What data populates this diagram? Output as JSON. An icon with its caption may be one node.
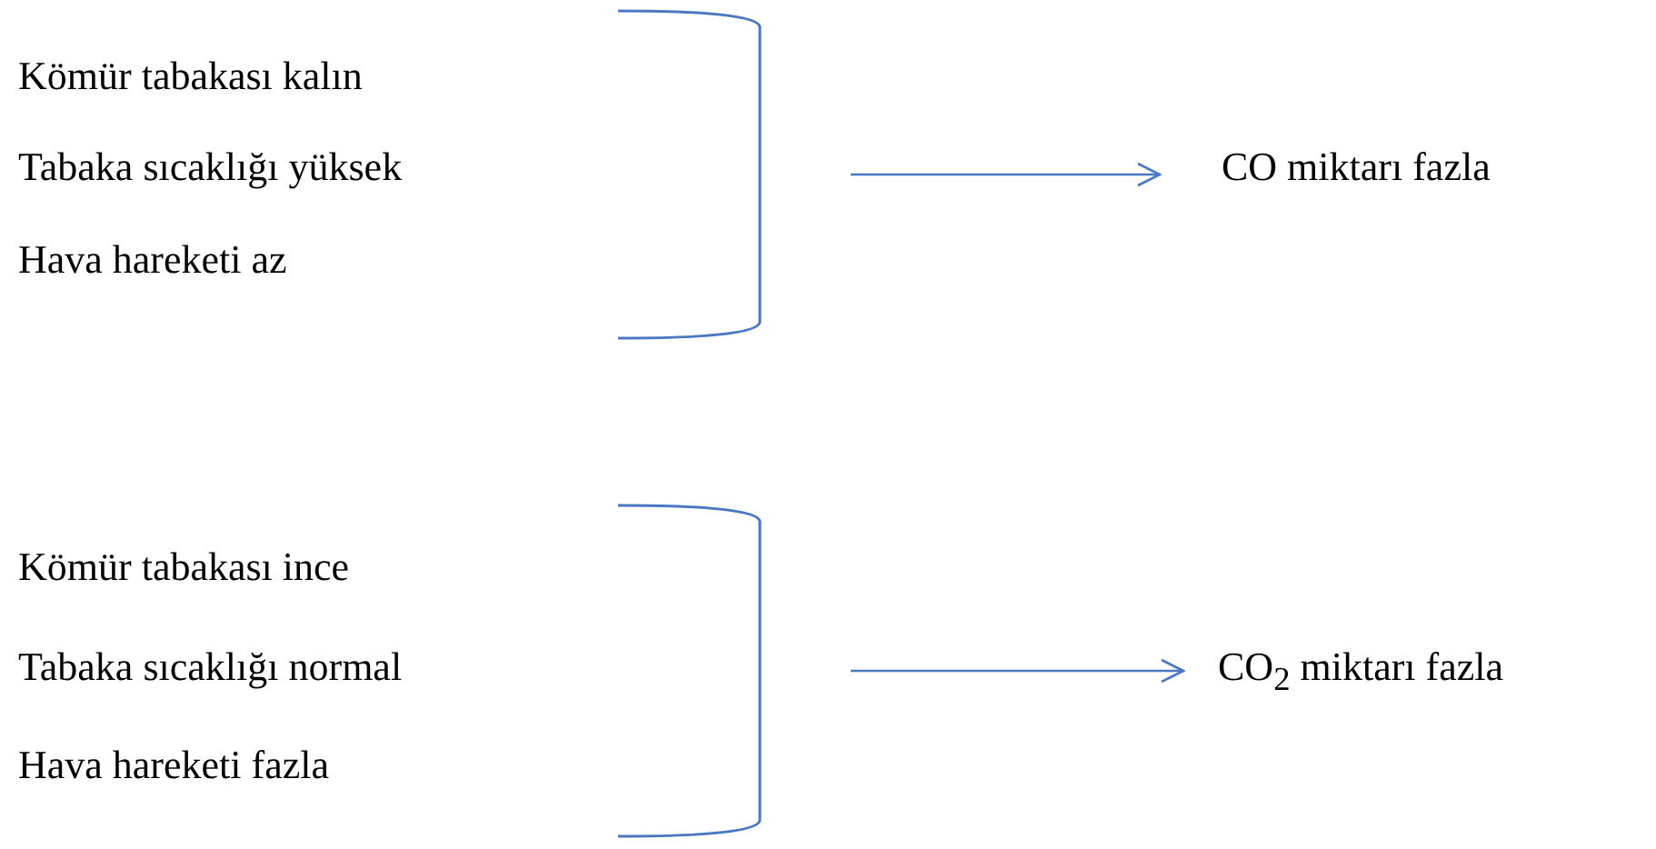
{
  "diagram": {
    "nodes": [
      {
        "text": [
          "Kömür tabakası kalın",
          "Tabaka sıcaklığı yüksek",
          "Hava hareketi az"
        ]
      },
      {
        "text": [
          "CO miktarı fazla"
        ]
      },
      {
        "text": [
          "Kömür tabakası ince",
          "Tabaka sıcaklığı normal",
          "Hava hareketi fazla"
        ]
      },
      {
        "text": [
          "CO$_{2}$ miktarı fazla"
        ]
      }
    ],
    "edges": [
      {
        "from": 0,
        "to": 1,
        "arrow": "to"
      },
      {
        "from": 2,
        "to": 3,
        "arrow": "to"
      }
    ]
  }
}
